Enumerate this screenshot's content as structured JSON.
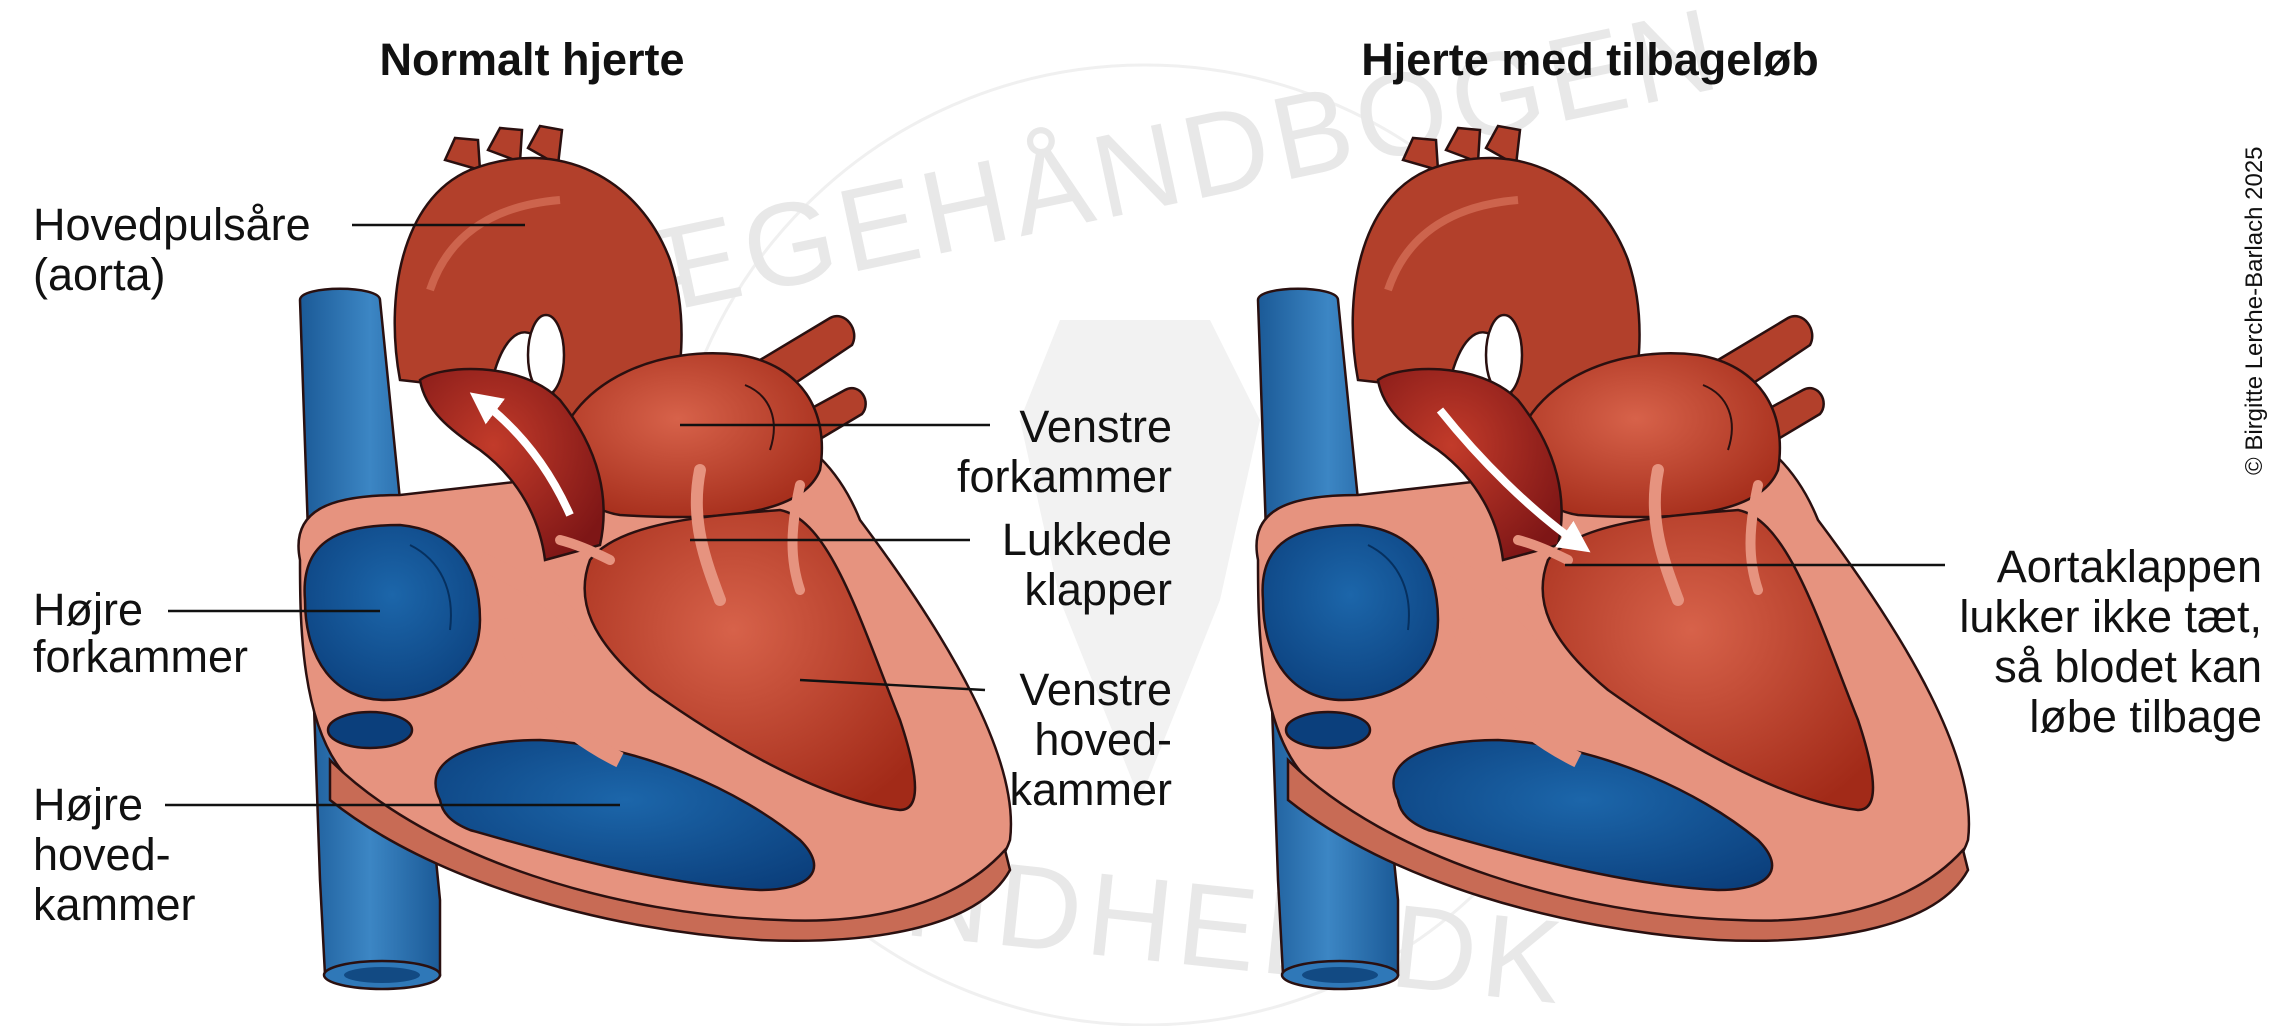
{
  "panels": [
    {
      "title": "Normalt hjerte",
      "labels": {
        "aorta": [
          "Hovedpulsåre",
          "(aorta)"
        ],
        "right_atrium": [
          "Højre",
          "forkammer"
        ],
        "right_ventricle": [
          "Højre",
          "hoved-",
          "kammer"
        ],
        "left_atrium": [
          "Venstre",
          "forkammer"
        ],
        "valves": [
          "Lukkede",
          "klapper"
        ],
        "left_ventricle": [
          "Venstre",
          "hoved-",
          "kammer"
        ]
      },
      "flow": "forward"
    },
    {
      "title": "Hjerte med tilbageløb",
      "labels": {
        "regurgitation": [
          "Aortaklappen",
          "lukker ikke tæt,",
          "så blodet kan",
          "løbe tilbage"
        ]
      },
      "flow": "backward"
    }
  ],
  "watermark": {
    "top": "LÆGEHÅNDBOGEN",
    "bottom": "SUNDHED.DK"
  },
  "copyright": "© Birgitte Lerche-Barlach 2025",
  "colors": {
    "vein_blue": "#1d5f9e",
    "deoxy_blood": "#0d4b8e",
    "muscle": "#e6937f",
    "oxy_blood": "#b83a25",
    "aorta": "#b2402b"
  }
}
